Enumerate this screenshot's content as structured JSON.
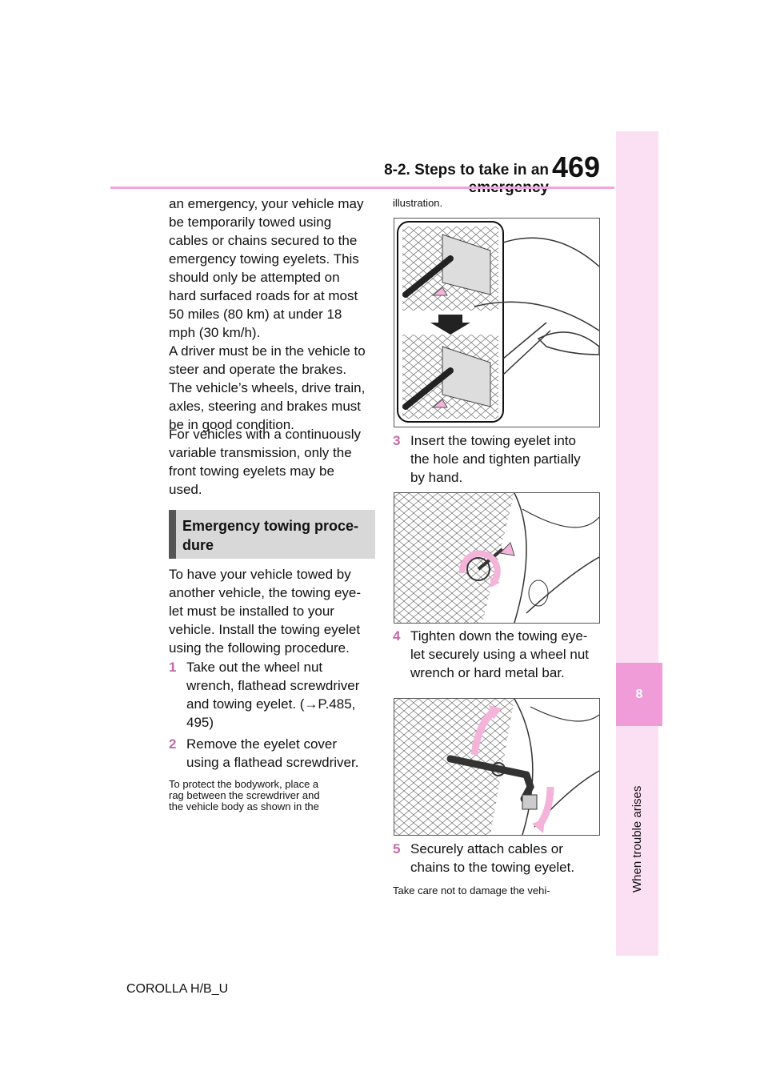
{
  "header": {
    "title": "8-2. Steps to take in an emergency",
    "page_number": "469"
  },
  "side_tab": {
    "number": "8",
    "label": "When trouble arises"
  },
  "left_column": {
    "intro_lines": [
      "an emergency, your vehicle may",
      "be temporarily towed using",
      "cables or chains secured to the",
      "emergency towing eyelets. This",
      "should only be attempted on",
      "hard surfaced roads for at most",
      "50 miles (80 km) at under 18",
      "mph (30 km/h).",
      "A driver must be in the vehicle to",
      "steer and operate the brakes.",
      "The vehicle’s wheels, drive train,",
      "axles, steering and brakes must",
      "be in good condition."
    ],
    "cvt_lines": [
      "For vehicles with a continuously",
      "variable transmission, only the",
      "front towing eyelets may be",
      "used."
    ],
    "section_heading": "Emergency towing proce-\ndure",
    "procedure_lines": [
      "To have your vehicle towed by",
      "another vehicle, the towing eye-",
      "let must be installed to your",
      "vehicle. Install the towing eyelet",
      "using the following procedure."
    ],
    "steps": [
      {
        "num": "1",
        "lines": [
          "Take out the wheel nut",
          "wrench, flathead screwdriver",
          "and towing eyelet. (→P.485,",
          "495)"
        ]
      },
      {
        "num": "2",
        "lines": [
          "Remove the eyelet cover",
          "using a flathead screwdriver."
        ]
      }
    ],
    "note_lines": [
      "To protect the bodywork, place a",
      "rag between the screwdriver and",
      "the vehicle body as shown in the"
    ]
  },
  "right_column": {
    "note_cont": "illustration.",
    "steps": [
      {
        "num": "3",
        "lines": [
          "Insert the towing eyelet into",
          "the hole and tighten partially",
          "by hand."
        ]
      },
      {
        "num": "4",
        "lines": [
          "Tighten down the towing eye-",
          "let securely using a wheel nut",
          "wrench or hard metal bar."
        ]
      },
      {
        "num": "5",
        "lines": [
          "Securely attach cables or",
          "chains to the towing eyelet."
        ]
      }
    ],
    "last_note": "Take care not to damage the vehi-"
  },
  "footer": {
    "model": "COROLLA H/B_U"
  },
  "colors": {
    "accent_pink": "#ef9cd9",
    "tab_bg": "#fbe0f4",
    "arrow_pink": "#f4b3d8"
  }
}
